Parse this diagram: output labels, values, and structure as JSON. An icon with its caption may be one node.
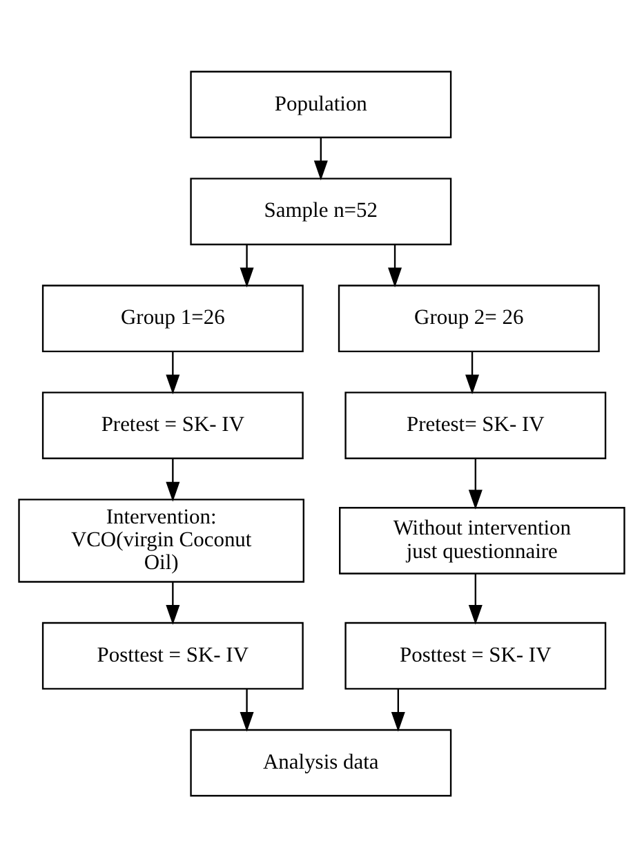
{
  "diagram": {
    "nodes": [
      {
        "text": [
          "Population"
        ]
      },
      {
        "text": [
          "Sample n=52"
        ]
      },
      {
        "text": [
          "Group 1=26"
        ]
      },
      {
        "text": [
          "Group 2= 26"
        ]
      },
      {
        "text": [
          "Pretest = SK- IV"
        ]
      },
      {
        "text": [
          "Pretest= SK- IV"
        ]
      },
      {
        "text": [
          "Intervention: VCO(virgin Coconut Oil)"
        ]
      },
      {
        "text": [
          "Without intervention just questionnaire"
        ]
      },
      {
        "text": [
          "Posttest = SK- IV"
        ]
      },
      {
        "text": [
          "Posttest = SK- IV"
        ]
      },
      {
        "text": [
          "Analysis data"
        ]
      }
    ],
    "edges": [
      {
        "from": 0,
        "to": 1,
        "arrow": "to"
      },
      {
        "from": 1,
        "to": 2,
        "arrow": "to"
      },
      {
        "from": 1,
        "to": 3,
        "arrow": "to"
      },
      {
        "from": 2,
        "to": 4,
        "arrow": "to"
      },
      {
        "from": 3,
        "to": 5,
        "arrow": "to"
      },
      {
        "from": 4,
        "to": 6,
        "arrow": "to"
      },
      {
        "from": 5,
        "to": 7,
        "arrow": "to"
      },
      {
        "from": 6,
        "to": 8,
        "arrow": "to"
      },
      {
        "from": 7,
        "to": 9,
        "arrow": "to"
      },
      {
        "from": 8,
        "to": 10,
        "arrow": "to"
      },
      {
        "from": 9,
        "to": 10,
        "arrow": "to"
      }
    ]
  }
}
